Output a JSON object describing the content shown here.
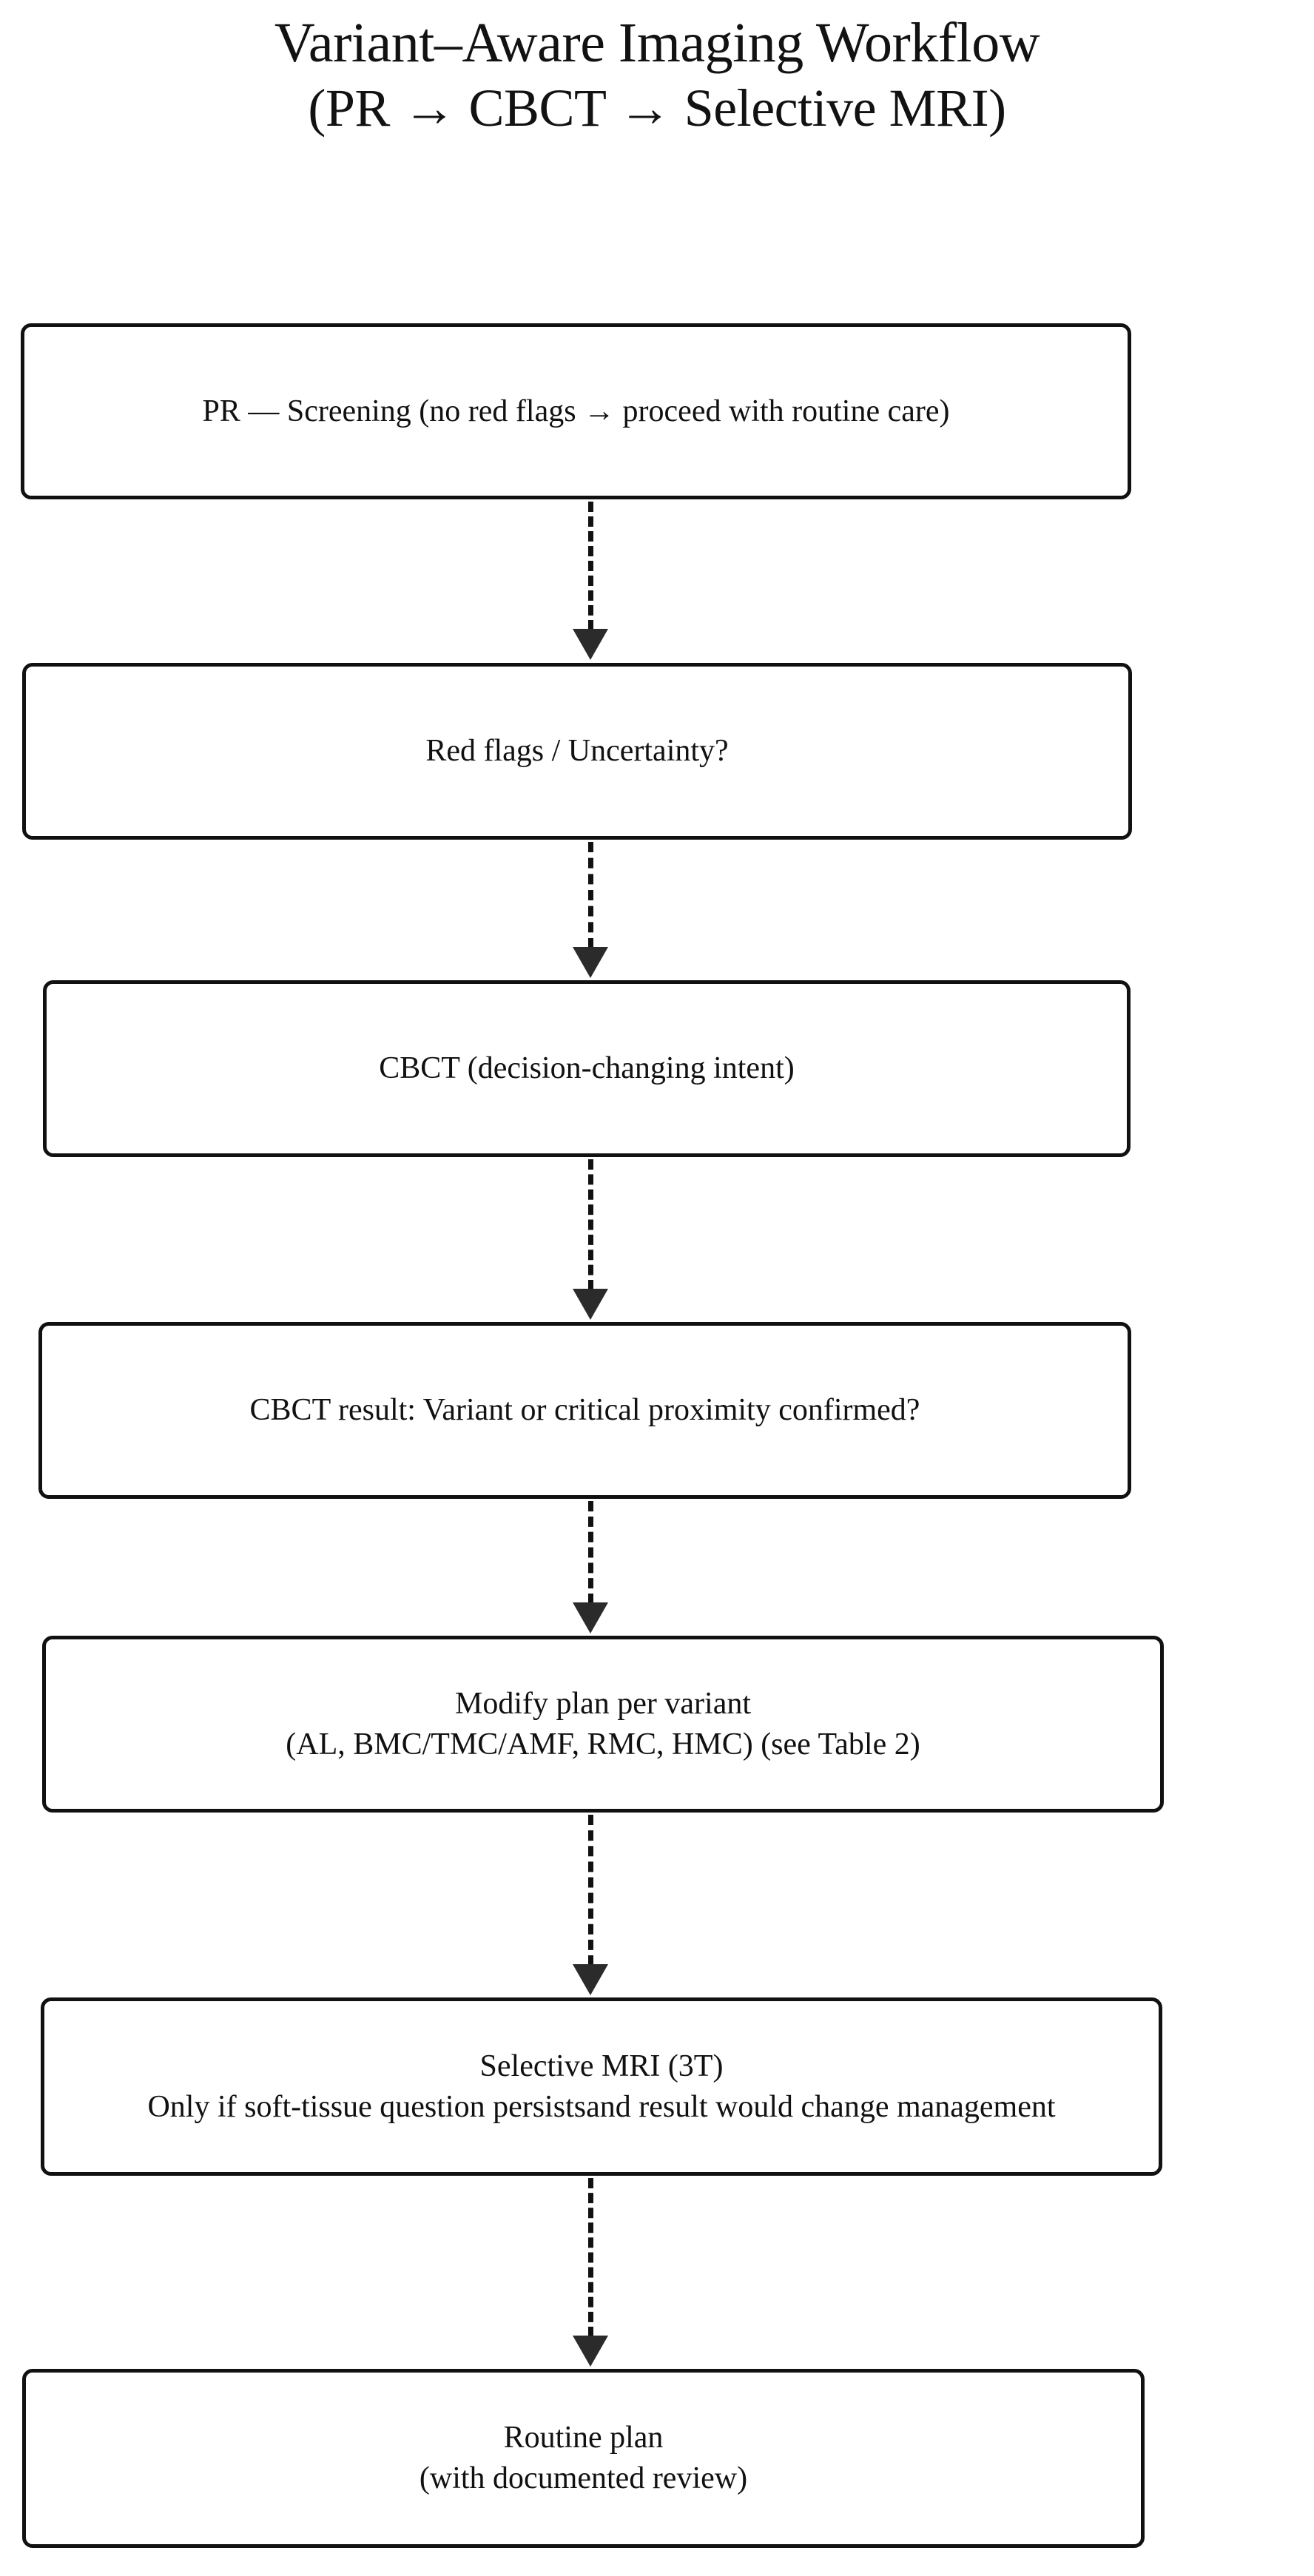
{
  "figure": {
    "title_line_1": "Variant–Aware Imaging Workflow",
    "title_line_2": "(PR → CBCT → Selective MRI)",
    "background_color": "#ffffff",
    "line_color": "#111111",
    "text_color": "#111111"
  },
  "chart_data": {
    "type": "diagram",
    "diagram_kind": "flowchart",
    "orientation": "top-to-bottom",
    "title": "Variant–Aware Imaging Workflow (PR → CBCT → Selective MRI)",
    "nodes": [
      {
        "id": "pr-screening",
        "order": 1,
        "shape": "rounded-rectangle",
        "text": "PR — Screening (no red flags → proceed with routine care)"
      },
      {
        "id": "red-flags",
        "order": 2,
        "shape": "rounded-rectangle",
        "text": "Red flags / Uncertainty?"
      },
      {
        "id": "cbct",
        "order": 3,
        "shape": "rounded-rectangle",
        "text": "CBCT (decision-changing intent)"
      },
      {
        "id": "cbct-result",
        "order": 4,
        "shape": "rounded-rectangle",
        "text": "CBCT result: Variant or critical proximity confirmed?"
      },
      {
        "id": "modify-plan",
        "order": 5,
        "shape": "rounded-rectangle",
        "text": "Modify plan per variant\n(AL, BMC/TMC/AMF, RMC, HMC) (see Table 2)"
      },
      {
        "id": "selective-mri",
        "order": 6,
        "shape": "rounded-rectangle",
        "text": "Selective MRI (3T)\nOnly if soft-tissue question persistsand result would change management"
      },
      {
        "id": "routine-plan",
        "order": 7,
        "shape": "rounded-rectangle",
        "text": "Routine plan\n(with documented review)"
      }
    ],
    "edges": [
      {
        "from": "pr-screening",
        "to": "red-flags",
        "style": "dashed",
        "arrow": "filled-triangle",
        "label": ""
      },
      {
        "from": "red-flags",
        "to": "cbct",
        "style": "dashed",
        "arrow": "filled-triangle",
        "label": ""
      },
      {
        "from": "cbct",
        "to": "cbct-result",
        "style": "dashed",
        "arrow": "filled-triangle",
        "label": ""
      },
      {
        "from": "cbct-result",
        "to": "modify-plan",
        "style": "dashed",
        "arrow": "filled-triangle",
        "label": ""
      },
      {
        "from": "modify-plan",
        "to": "selective-mri",
        "style": "dashed",
        "arrow": "filled-triangle",
        "label": ""
      },
      {
        "from": "selective-mri",
        "to": "routine-plan",
        "style": "dashed",
        "arrow": "filled-triangle",
        "label": ""
      }
    ]
  }
}
